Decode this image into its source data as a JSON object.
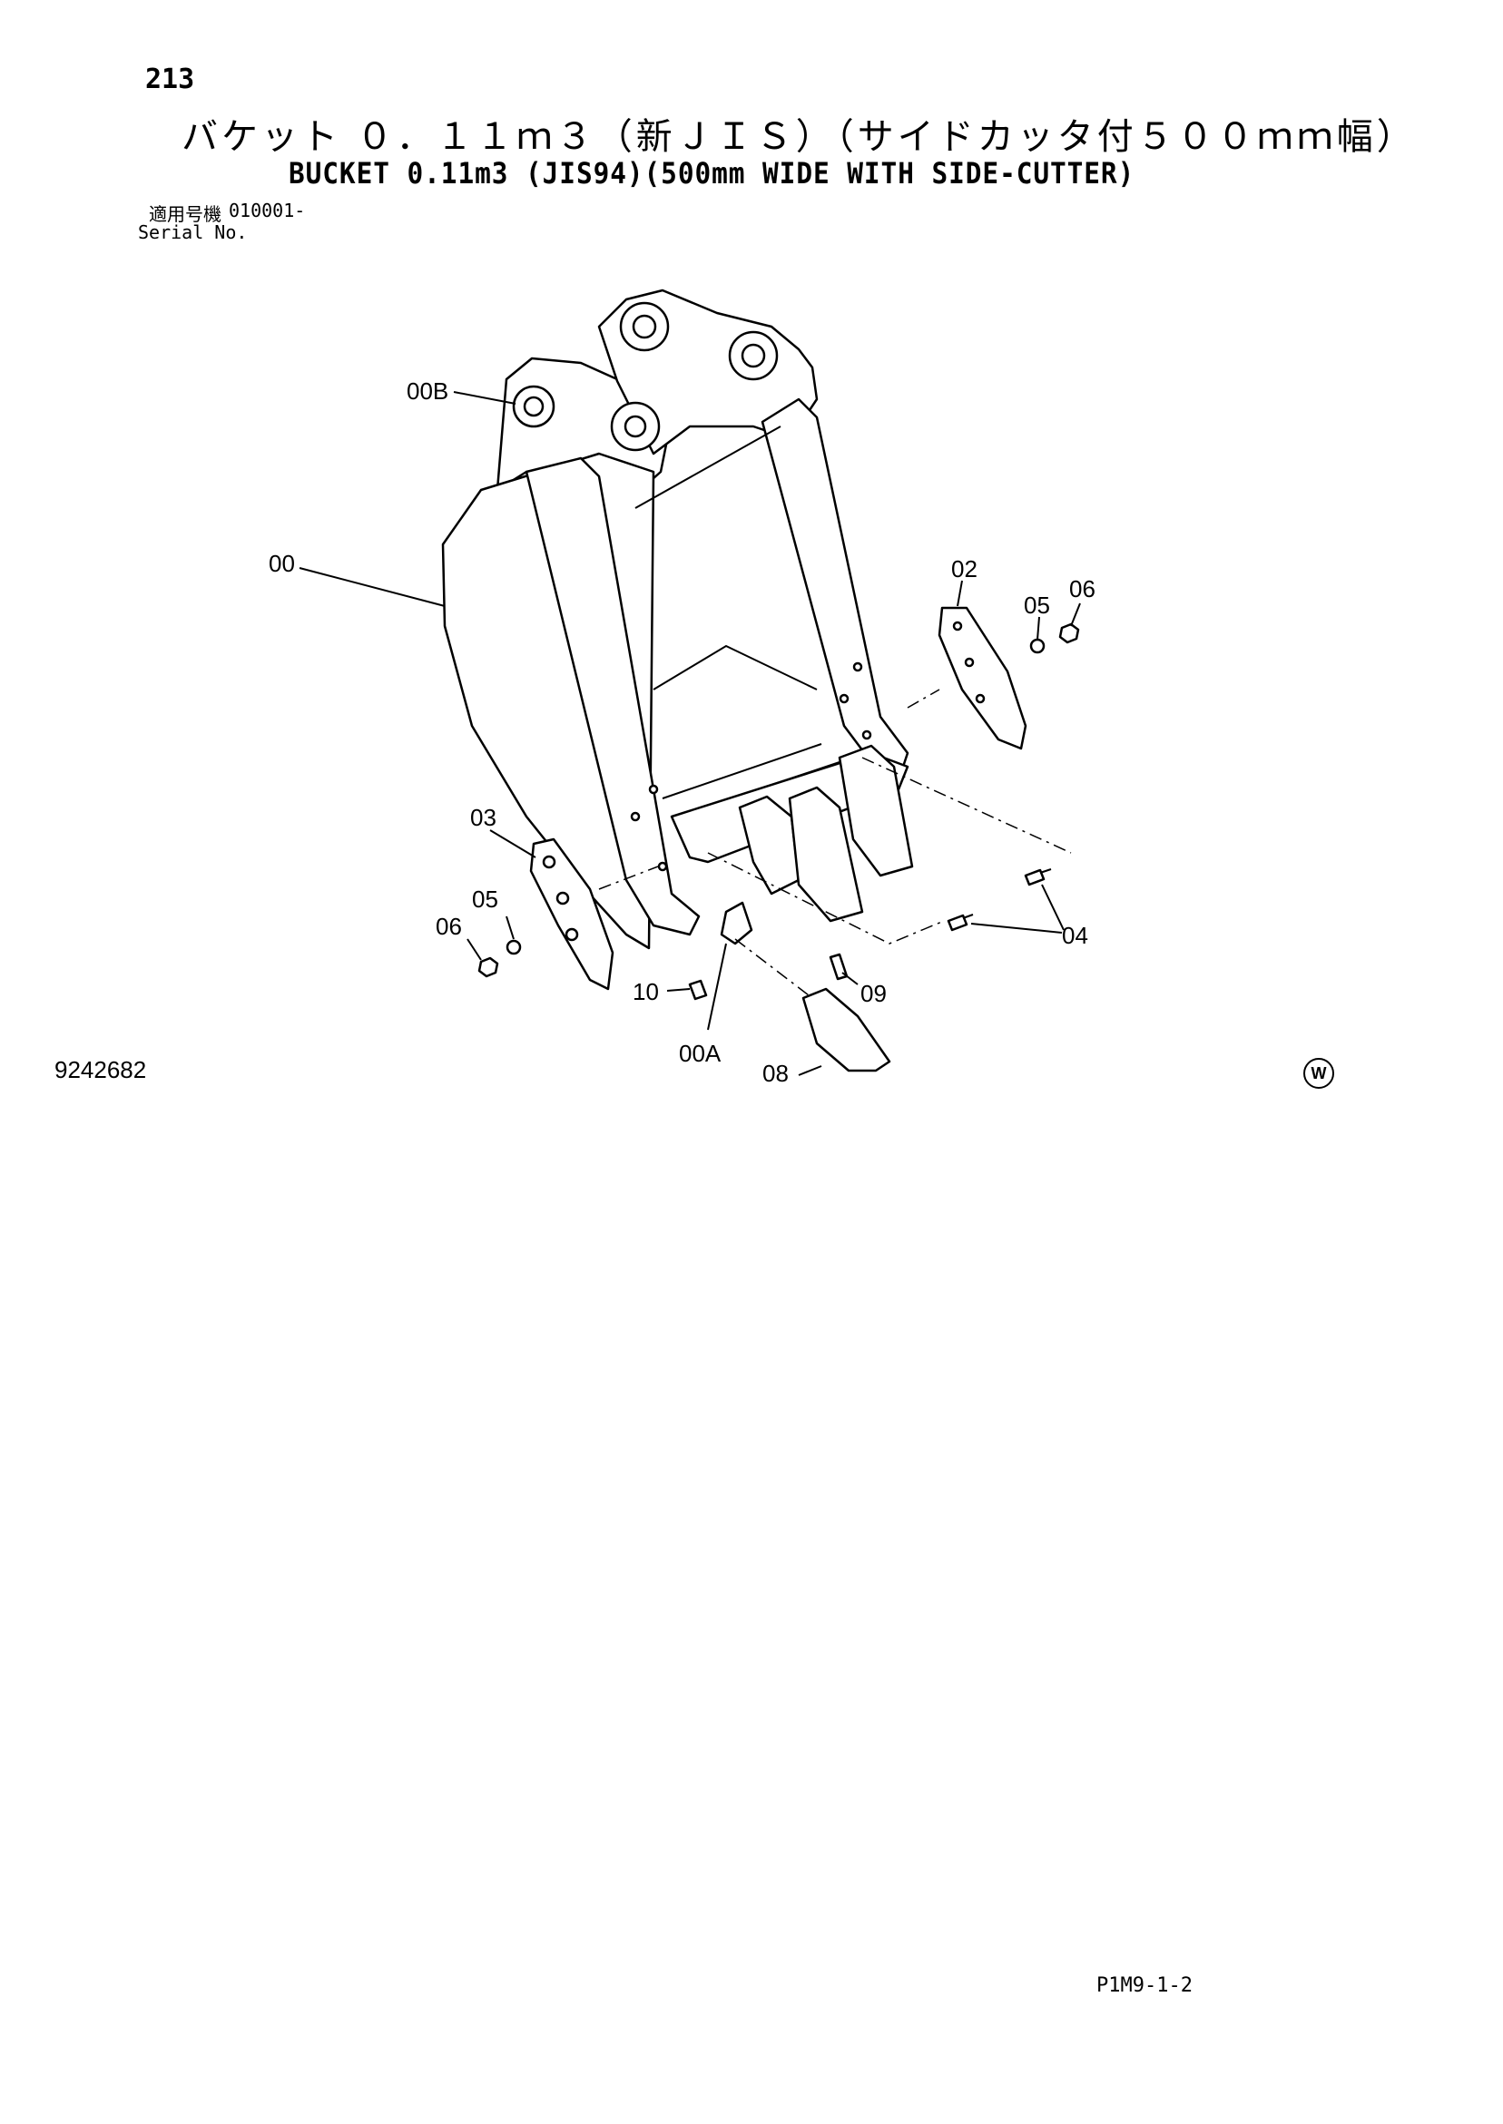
{
  "header": {
    "page_number": "213",
    "title_jp": "バケット ０．１１ｍ３（新ＪＩＳ）（サイドカッタ付５００ｍｍ幅）",
    "title_en": "BUCKET 0.11m3 (JIS94)(500mm WIDE WITH SIDE-CUTTER)",
    "serial_label_jp": "適用号機",
    "serial_value": "010001-",
    "serial_label_en": "Serial No."
  },
  "diagram": {
    "callouts": [
      {
        "id": "00B",
        "label": "00B"
      },
      {
        "id": "00",
        "label": "00"
      },
      {
        "id": "02",
        "label": "02"
      },
      {
        "id": "05a",
        "label": "05"
      },
      {
        "id": "06a",
        "label": "06"
      },
      {
        "id": "03",
        "label": "03"
      },
      {
        "id": "05b",
        "label": "05"
      },
      {
        "id": "06b",
        "label": "06"
      },
      {
        "id": "04",
        "label": "04"
      },
      {
        "id": "10",
        "label": "10"
      },
      {
        "id": "09",
        "label": "09"
      },
      {
        "id": "00A",
        "label": "00A"
      },
      {
        "id": "08",
        "label": "08"
      }
    ]
  },
  "footer": {
    "drawing_number": "9242682",
    "w_mark": "W",
    "page_code": "P1M9-1-2"
  }
}
